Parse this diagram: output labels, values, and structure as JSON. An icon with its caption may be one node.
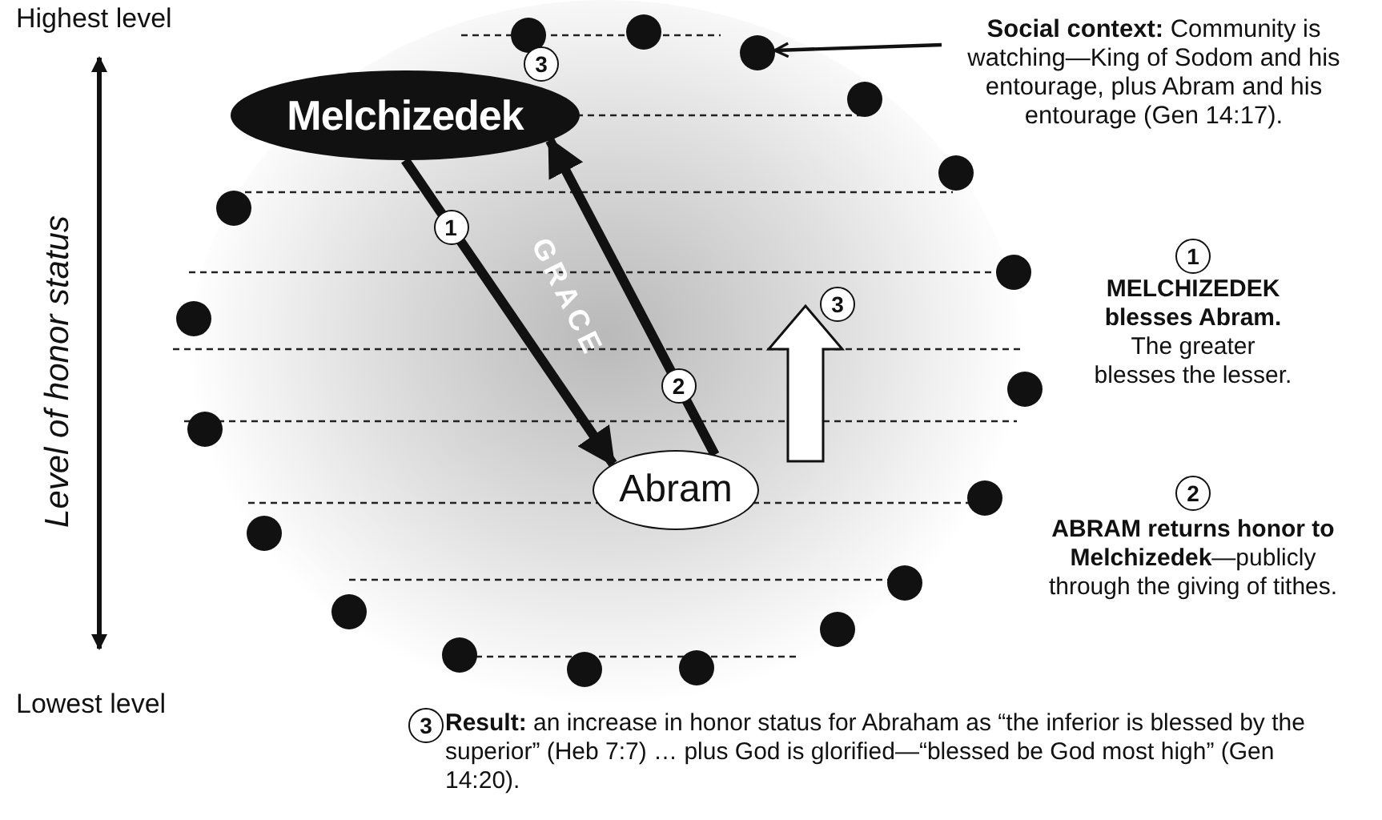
{
  "diagram": {
    "nodes": [
      {
        "text": [
          "Melchizedek"
        ]
      },
      {
        "text": [
          "Abram"
        ]
      },
      {
        "text": [
          "**Social context:** Community is watching—King of Sodom and his entourage, plus Abram and his entourage (Gen 14:17)."
        ]
      },
      {
        "text": [],
        "shape": "circle"
      }
    ],
    "edges": [
      {
        "from": 0,
        "to": 1,
        "arrow": "to",
        "label": "1"
      },
      {
        "from": 1,
        "to": 0,
        "arrow": "to",
        "label": "2"
      },
      {
        "from": 2,
        "to": 3,
        "arrow": "to"
      }
    ],
    "labels": [
      "Highest level",
      "3",
      "Level of honor status",
      "GRACE",
      "1",
      "3",
      "**MELCHIZEDEK blesses Abram.** The greater blesses the lesser.",
      "2",
      "**ABRAM returns honor to Melchizedek**—publicly through the giving of tithes.",
      "Lowest level",
      "3",
      "**Result:** an increase in honor status for Abraham as “the inferior is blessed by the superior” (Heb 7:7) … plus God is glorified—“blessed be God most high” (Gen 14:20)."
    ]
  }
}
